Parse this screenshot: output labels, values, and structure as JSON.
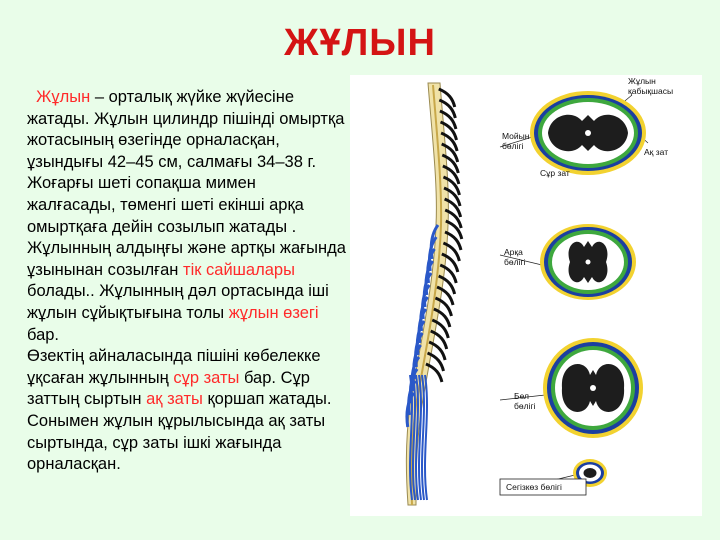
{
  "title": "ЖҰЛЫН",
  "text": {
    "p1_pre_indent": "  ",
    "p1_hl1": "Жұлын",
    "p1_rest": " – орталық жүйке жүйесіне жатады. Жұлын цилиндр пішінді омыртқа жотасының өзегінде орналасқан, ұзындығы 42–45 см, салмағы 34–38 г. Жоғарғы шеті сопақша мимен жалғасады, төменгі шеті екінші арқа омыртқаға дейін созылып жатады .",
    "p2_a": "Жұлынның алдыңғы және артқы жағында ұзынынан созылған ",
    "p2_hl": "тік сайшалары",
    "p2_b": " болады.. Жұлынның дәл ортасында іші жұлын сұйықтығына толы ",
    "p2_hl2": "жұлын өзегі",
    "p2_c": " бар.",
    "p3_a": "Өзектің айналасында пішіні көбелекке ұқсаған жұлынның ",
    "p3_hl1": "сұр заты",
    "p3_b": " бар. Сұр заттың сыртын ",
    "p3_hl2": "ақ заты",
    "p3_c": " қоршап жатады. Сонымен жұлын құрылысында  ақ заты сыртында, сұр заты ішкі жағында орналасқан."
  },
  "figure": {
    "labels": {
      "membrane_1": "Жұлын",
      "membrane_2": "қабықшасы",
      "neck_1": "Мойын",
      "neck_2": "бөлігі",
      "white_matter": "Ақ зат",
      "grey_matter": "Сұр зат",
      "thoracic_1": "Арқа",
      "thoracic_2": "бөлігі",
      "lumbar_1": "Бел",
      "lumbar_2": "бөлігі",
      "sacral": "Сегізкөз бөлігі"
    },
    "colors": {
      "spine_fill": "#f0e2a8",
      "nerve_dark": "#111111",
      "nerve_blue": "#2a58c8",
      "membrane_blue": "#1b3fa0",
      "membrane_green": "#3ea83e",
      "outer_yellow": "#f2d230",
      "grey_matter": "#1d1d1d",
      "white_matter": "#ffffff"
    }
  }
}
